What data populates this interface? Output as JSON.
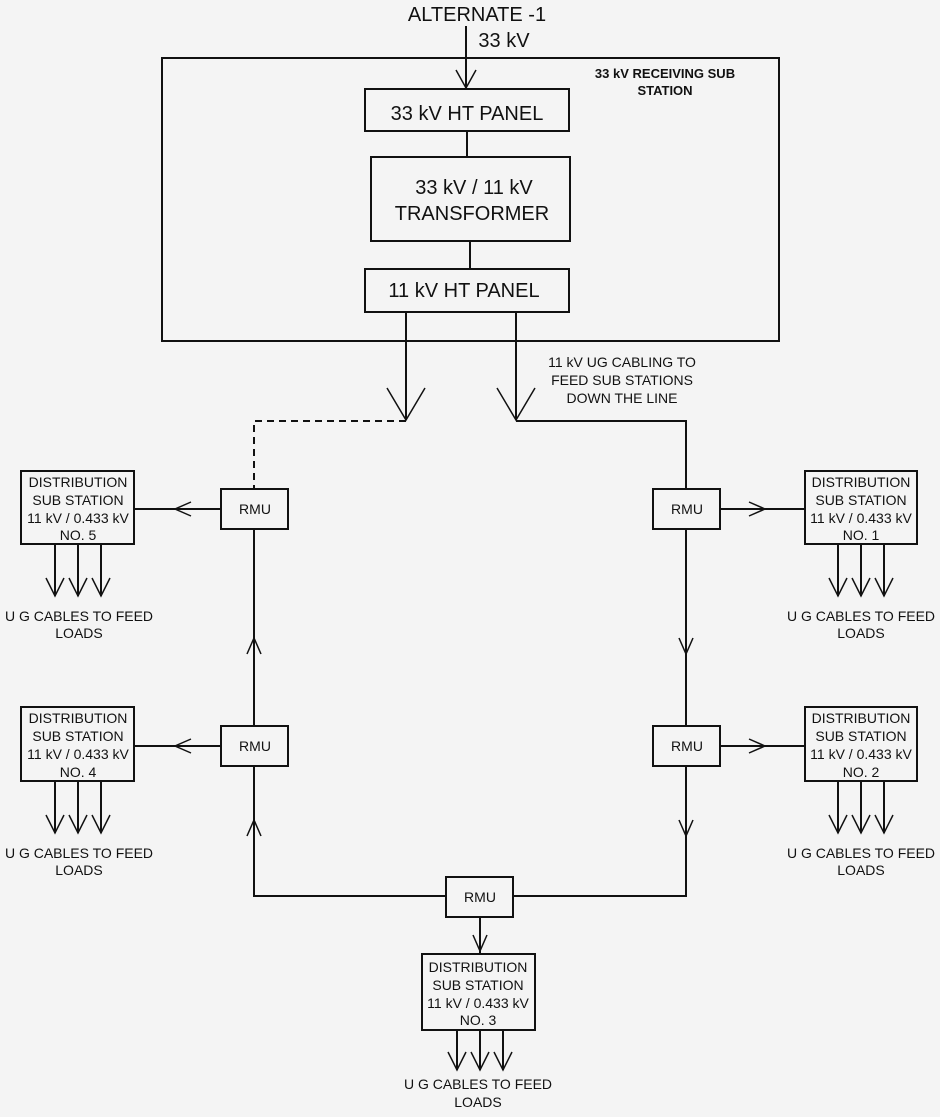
{
  "source": {
    "line1": "ALTERNATE -1",
    "line2": "33 kV"
  },
  "station": {
    "title_line1": "33 kV RECEIVING SUB",
    "title_line2": "STATION"
  },
  "ht_panel_33": "33 kV HT PANEL",
  "transformer": {
    "line1": "33 kV / 11 kV",
    "line2": "TRANSFORMER"
  },
  "ht_panel_11": "11 kV HT PANEL",
  "cabling_note": {
    "line1": "11 kV UG CABLING TO",
    "line2": "FEED SUB STATIONS",
    "line3": "DOWN THE LINE"
  },
  "rmu_label": "RMU",
  "dss": {
    "line1": "DISTRIBUTION",
    "line2": "SUB STATION",
    "line3": "11 kV / 0.433 kV",
    "numbers": [
      "NO. 1",
      "NO. 2",
      "NO. 3",
      "NO. 4",
      "NO. 5"
    ]
  },
  "feed": {
    "line1": "U G CABLES TO FEED",
    "line2": "LOADS"
  }
}
